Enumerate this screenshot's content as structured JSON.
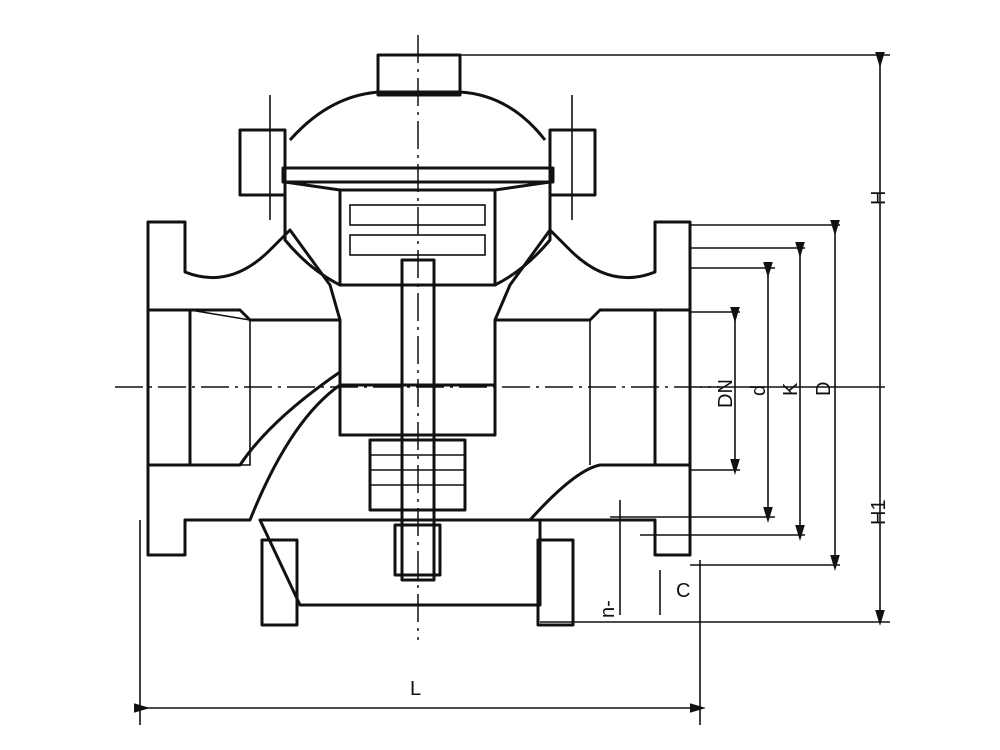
{
  "drawing": {
    "dimension_labels": {
      "H": "H",
      "H1": "H1",
      "DN": "DN",
      "d": "d",
      "K": "K",
      "D": "D",
      "L": "L",
      "C": "C",
      "n": "n-"
    }
  }
}
